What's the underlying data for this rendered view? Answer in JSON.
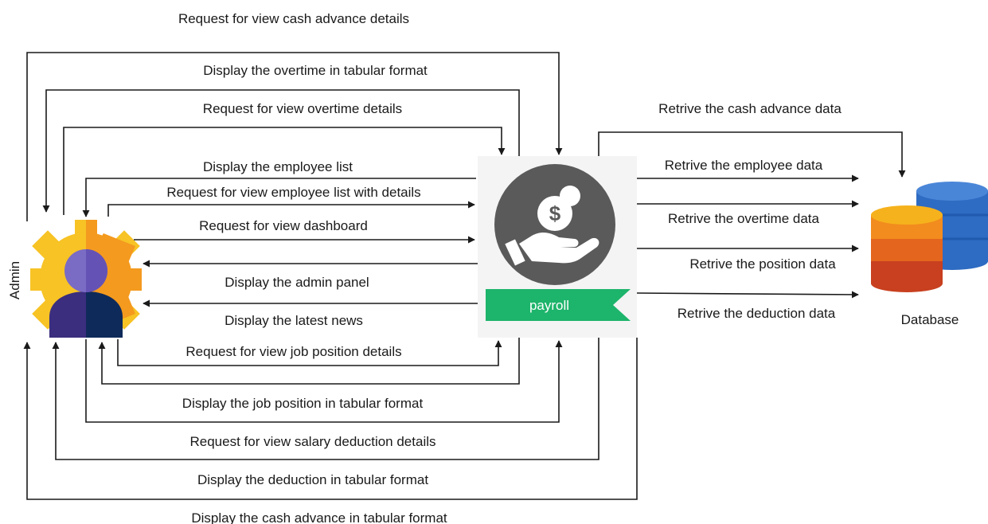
{
  "actors": {
    "admin": "Admin",
    "database": "Database",
    "system_badge": "payroll"
  },
  "messages": {
    "req_cash_advance": "Request for view cash advance details",
    "disp_overtime": "Display the overtime in tabular format",
    "req_overtime": "Request for view overtime details",
    "disp_employee_list": "Display the employee list",
    "req_employee_list": "Request for view employee list with details",
    "req_dashboard": "Request for view dashboard",
    "disp_admin_panel": "Display the admin panel",
    "disp_latest_news": "Display the latest news",
    "req_job_position": "Request for view job position details",
    "disp_job_position": "Display the job position in tabular format",
    "req_salary_deduction": "Request for view salary deduction details",
    "disp_deduction": "Display the deduction in tabular format",
    "disp_cash_advance": "Display the cash advance in tabular format"
  },
  "db_messages": {
    "cash_advance": "Retrive the cash advance data",
    "employee": "Retrive the employee data",
    "overtime": "Retrive the overtime data",
    "position": "Retrive the position data",
    "deduction": "Retrive the deduction data"
  },
  "colors": {
    "gear_left": "#F7C325",
    "gear_right": "#F49A1F",
    "person_head": "#7A6BC4",
    "person_body_left": "#3B2E7E",
    "person_body_right": "#0E2A5A",
    "payroll_circle": "#5A5A5A",
    "payroll_banner": "#1DB46B",
    "db_blue": "#2E6BC2",
    "db_orange": "#F28C1E",
    "db_red": "#C8401F"
  }
}
